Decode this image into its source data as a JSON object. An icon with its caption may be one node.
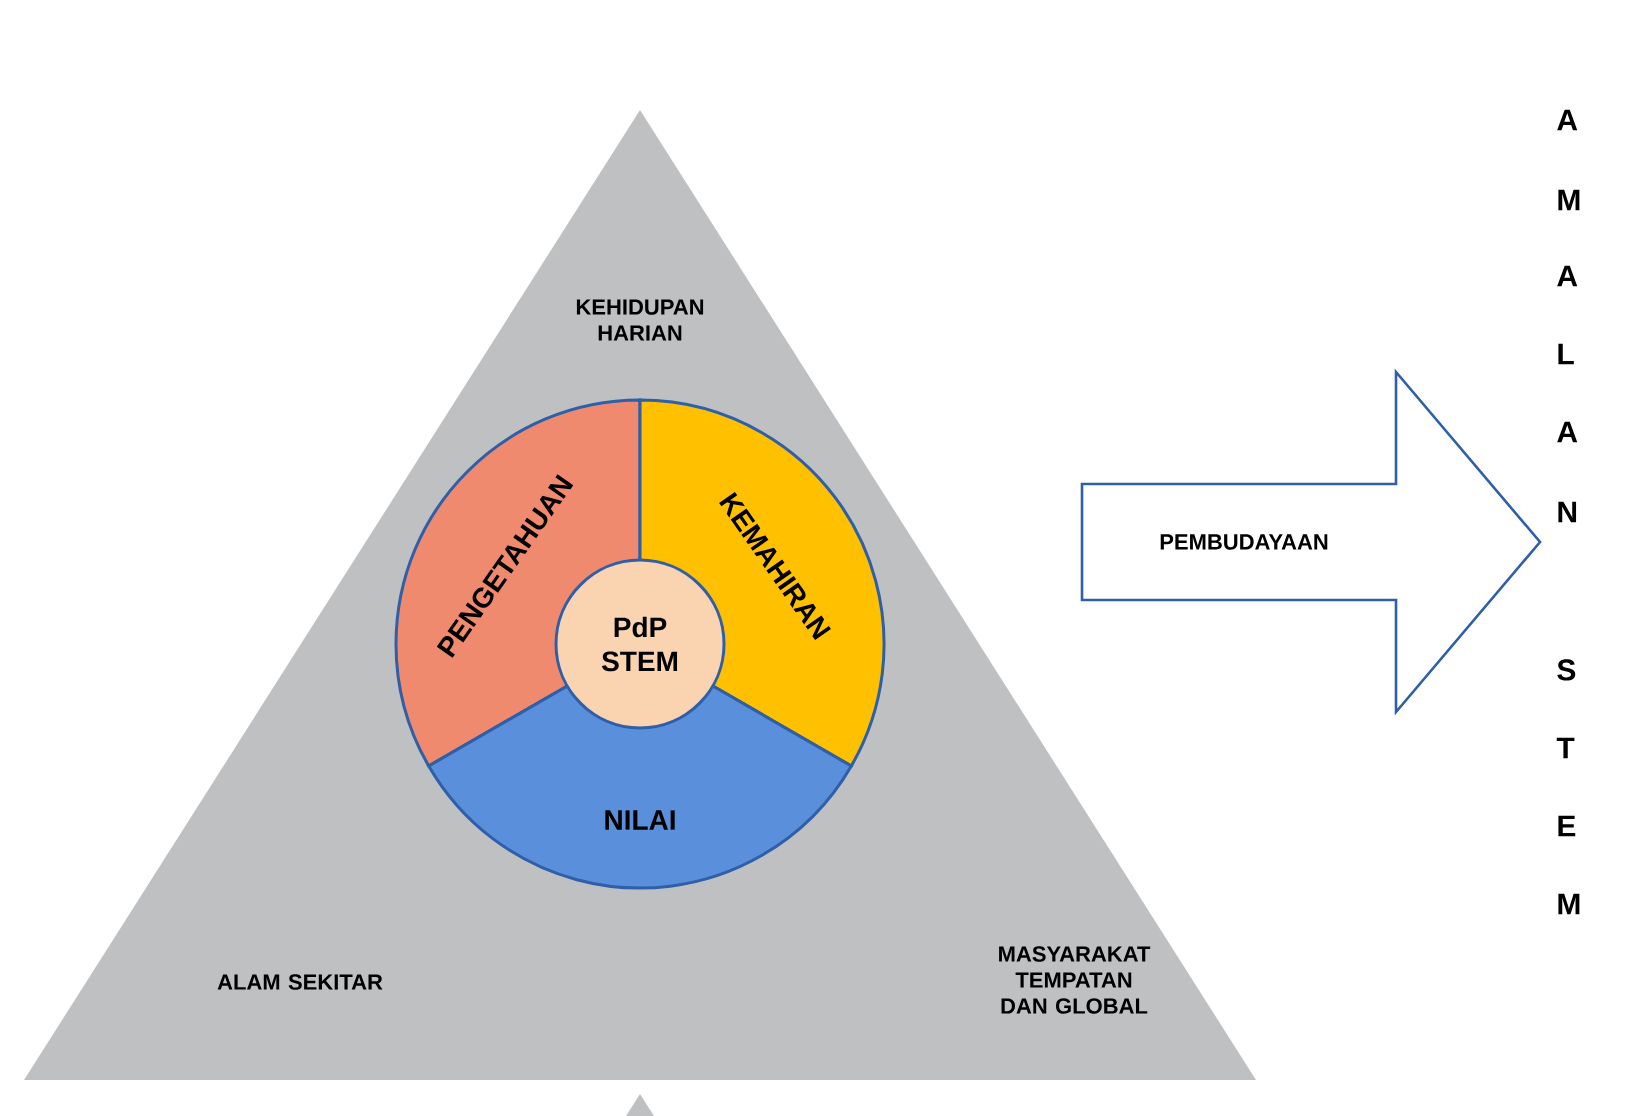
{
  "diagram": {
    "nodes": [
      {
        "text": [
          "KEHIDUPAN HARIAN",
          "ALAM SEKITAR",
          "MASYARAKAT TEMPATAN DAN GLOBAL"
        ]
      },
      {
        "text": [
          "PENGETAHUAN"
        ],
        "in": 0
      },
      {
        "text": [
          "KEMAHIRAN"
        ],
        "in": 0
      },
      {
        "text": [
          "NILAI"
        ],
        "in": 0
      },
      {
        "text": [
          "PdP STEM"
        ],
        "in": 0
      },
      {
        "text": [
          "PEMBUDAYAAN"
        ]
      }
    ],
    "labels": [
      "A",
      "M",
      "A",
      "L",
      "A",
      "N",
      "S",
      "T",
      "E",
      "M"
    ]
  }
}
